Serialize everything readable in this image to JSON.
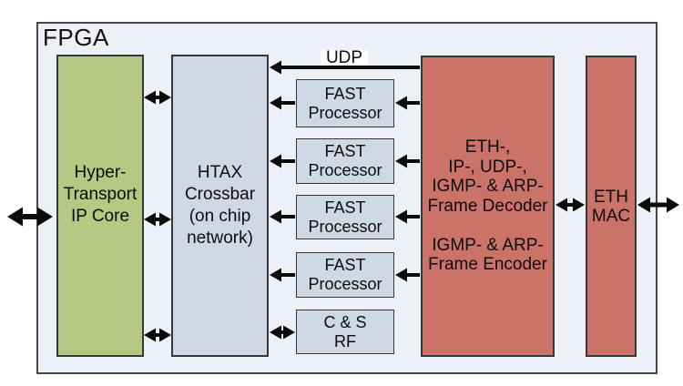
{
  "diagram": {
    "type": "fpga-block-diagram",
    "title": "FPGA",
    "labels": {
      "udp": "UDP"
    },
    "colors": {
      "background": "#ffffff",
      "outer_fill": "#edf1f7",
      "green_fill": "#b6c882",
      "blue_fill": "#cfd8e5",
      "red_fill": "#cb7269",
      "border": "#35383b",
      "arrow": "#0b0b0b"
    },
    "blocks": {
      "hypertransport": {
        "lines": [
          "Hyper-",
          "Transport",
          "IP Core"
        ]
      },
      "htax": {
        "lines": [
          "HTAX",
          "Crossbar",
          "(on chip",
          "network)"
        ]
      },
      "fast1": {
        "lines": [
          "FAST",
          "Processor"
        ]
      },
      "fast2": {
        "lines": [
          "FAST",
          "Processor"
        ]
      },
      "fast3": {
        "lines": [
          "FAST",
          "Processor"
        ]
      },
      "fast4": {
        "lines": [
          "FAST",
          "Processor"
        ]
      },
      "csrf": {
        "lines": [
          "C & S",
          "RF"
        ]
      },
      "decoder": {
        "group1": [
          "ETH-,",
          "IP-, UDP-,",
          "IGMP- & ARP-",
          "Frame Decoder"
        ],
        "group2": [
          "IGMP- & ARP-",
          "Frame Encoder"
        ]
      },
      "ethmac": {
        "lines": [
          "ETH",
          "MAC"
        ]
      }
    },
    "connections": [
      {
        "id": "external-hypertransport",
        "from": "external",
        "to": "hypertransport-ip-core",
        "bidirectional": true
      },
      {
        "id": "ht-htax-top",
        "from": "hypertransport-ip-core",
        "to": "htax-crossbar",
        "bidirectional": true
      },
      {
        "id": "ht-htax-mid",
        "from": "hypertransport-ip-core",
        "to": "htax-crossbar",
        "bidirectional": true
      },
      {
        "id": "ht-htax-bottom",
        "from": "hypertransport-ip-core",
        "to": "htax-crossbar",
        "bidirectional": true
      },
      {
        "id": "udp",
        "from": "frame-decoder",
        "to": "htax-crossbar",
        "bidirectional": false,
        "label": "UDP"
      },
      {
        "id": "fast1-htax",
        "from": "fast-processor-1",
        "to": "htax-crossbar",
        "bidirectional": false
      },
      {
        "id": "fast2-htax",
        "from": "fast-processor-2",
        "to": "htax-crossbar",
        "bidirectional": false
      },
      {
        "id": "fast3-htax",
        "from": "fast-processor-3",
        "to": "htax-crossbar",
        "bidirectional": false
      },
      {
        "id": "fast4-htax",
        "from": "fast-processor-4",
        "to": "htax-crossbar",
        "bidirectional": false
      },
      {
        "id": "csrf-htax",
        "from": "c-and-s-rf",
        "to": "htax-crossbar",
        "bidirectional": true
      },
      {
        "id": "decoder-fast1",
        "from": "frame-decoder",
        "to": "fast-processor-1",
        "bidirectional": false
      },
      {
        "id": "decoder-fast2",
        "from": "frame-decoder",
        "to": "fast-processor-2",
        "bidirectional": false
      },
      {
        "id": "decoder-fast3",
        "from": "frame-decoder",
        "to": "fast-processor-3",
        "bidirectional": false
      },
      {
        "id": "decoder-fast4",
        "from": "frame-decoder",
        "to": "fast-processor-4",
        "bidirectional": false
      },
      {
        "id": "decoder-ethmac",
        "from": "frame-decoder",
        "to": "eth-mac",
        "bidirectional": true
      },
      {
        "id": "ethmac-external",
        "from": "eth-mac",
        "to": "external",
        "bidirectional": true
      }
    ]
  }
}
